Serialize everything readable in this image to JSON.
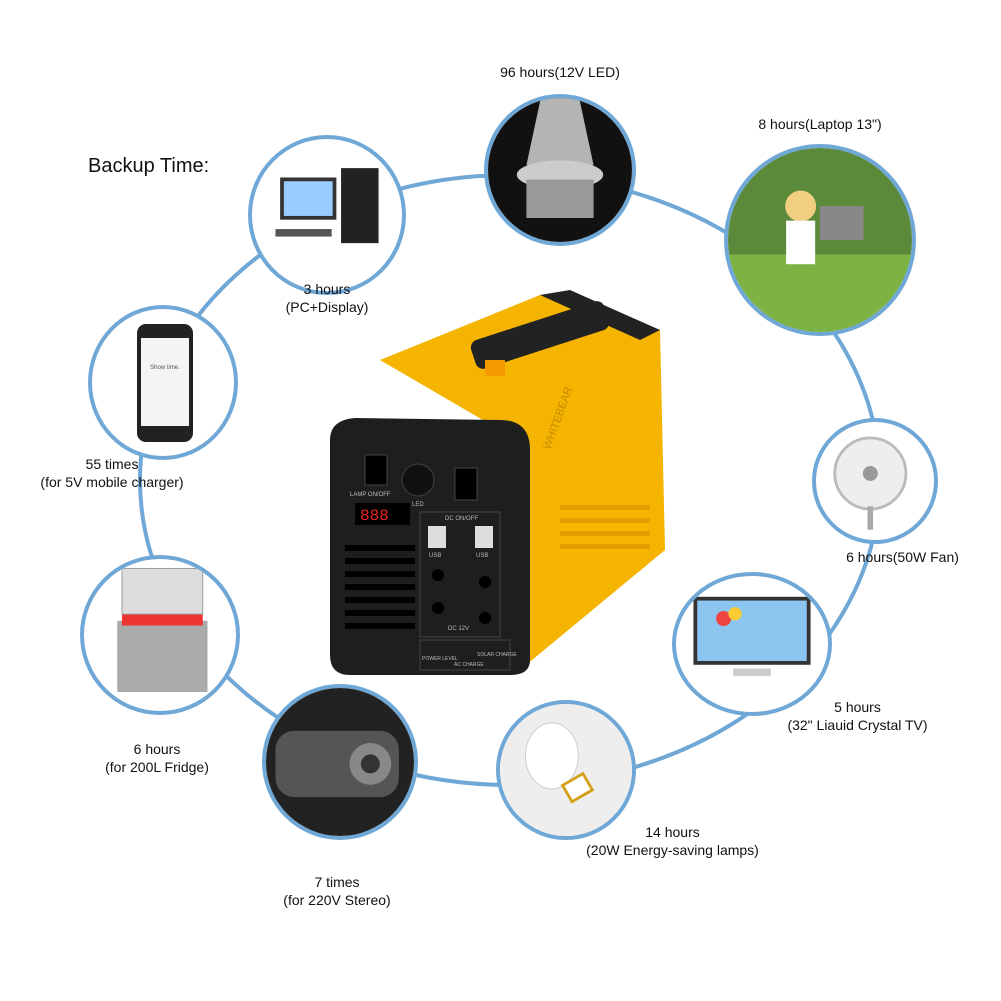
{
  "title": "Backup Time:",
  "accent_color": "#6fa8d6",
  "devices": [
    {
      "id": "pc",
      "line1": "3 hours",
      "line2": "(PC+Display)"
    },
    {
      "id": "led",
      "line1": "96 hours(12V LED)",
      "line2": ""
    },
    {
      "id": "laptop",
      "line1": "8 hours(Laptop 13\")",
      "line2": ""
    },
    {
      "id": "fan",
      "line1": "6 hours(50W Fan)",
      "line2": ""
    },
    {
      "id": "tv",
      "line1": "5 hours",
      "line2": "(32\" Liauid Crystal TV)"
    },
    {
      "id": "lamp",
      "line1": "14 hours",
      "line2": "(20W Energy-saving lamps)"
    },
    {
      "id": "stereo",
      "line1": "7 times",
      "line2": "(for 220V  Stereo)"
    },
    {
      "id": "fridge",
      "line1": "6 hours",
      "line2": "(for 200L Fridge)"
    },
    {
      "id": "phone",
      "line1": "55 times",
      "line2": "(for 5V mobile charger)"
    }
  ],
  "phone_screen_text": "Show time.",
  "product": {
    "brand": "WHITEBEAR",
    "display": "888",
    "labels": [
      "LAMP ON/OFF",
      "LED",
      "DC ON/OFF",
      "USB",
      "USB",
      "DC 12V",
      "POWER LEVEL",
      "AC CHARGE",
      "SOLAR CHARGE"
    ]
  }
}
